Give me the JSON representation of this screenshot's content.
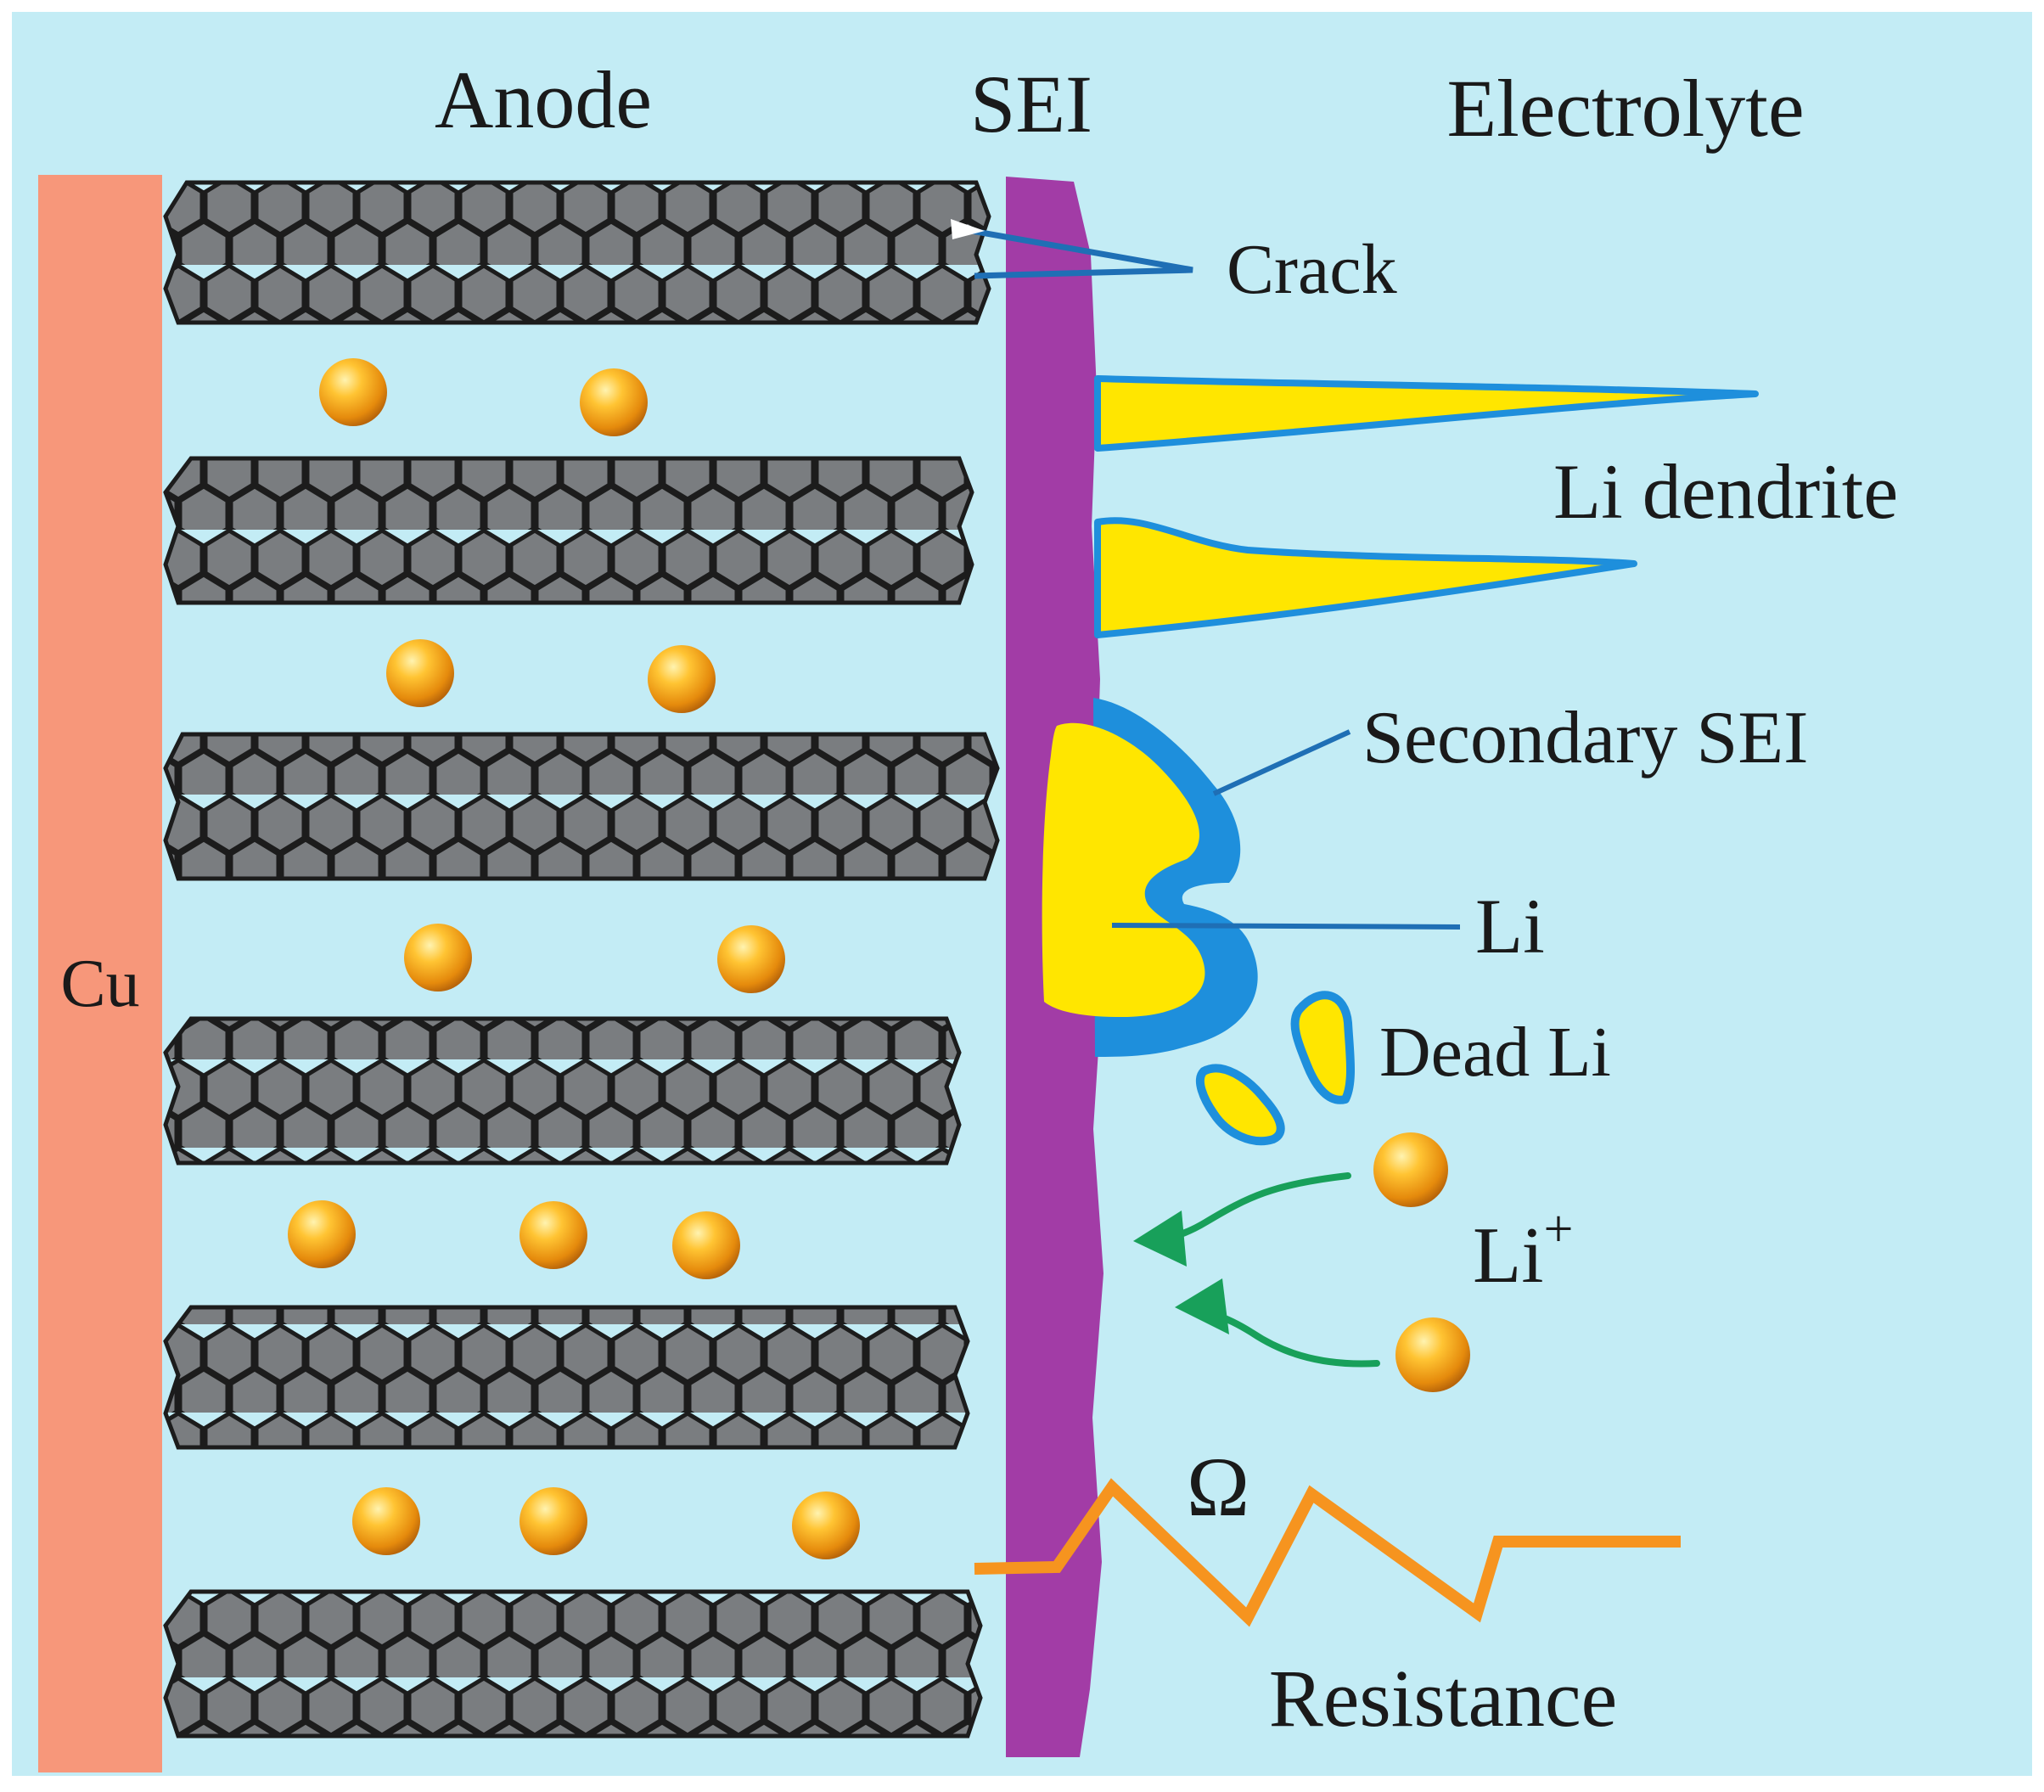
{
  "labels": {
    "anode": "Anode",
    "sei": "SEI",
    "electrolyte": "Electrolyte",
    "cu": "Cu",
    "crack": "Crack",
    "li_dendrite": "Li dendrite",
    "secondary_sei": "Secondary SEI",
    "li": "Li",
    "dead_li": "Dead Li",
    "li_ion": "Li",
    "li_ion_charge": "+",
    "omega": "Ω",
    "resistance": "Resistance"
  },
  "colors": {
    "background": "#c3ecf5",
    "copper_collector": "#f7977a",
    "graphite": "#7a7d80",
    "graphite_outline": "#1c1c1c",
    "sei_layer": "#a23ca6",
    "lithium_metal": "#ffe600",
    "secondary_sei": "#1e8fdc",
    "leader_line": "#1f6fb5",
    "li_ion": "#f0a316",
    "migration_arrow": "#18a05a",
    "resistance_line": "#f6941f"
  },
  "icons": {
    "li_ion": "gold-sphere",
    "graphite": "hexagon-lattice",
    "resistance": "zigzag-resistor"
  }
}
